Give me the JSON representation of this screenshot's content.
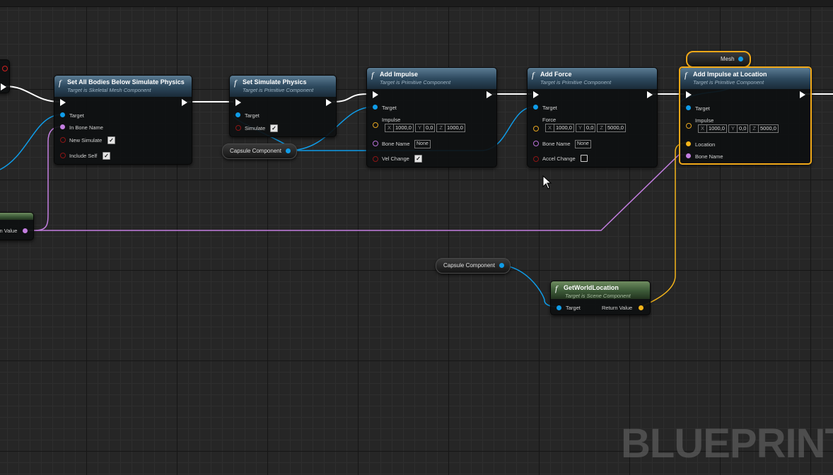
{
  "watermark": "BLUEPRINT",
  "colors": {
    "exec": "#ffffff",
    "object": "#0f9ce8",
    "name": "#c37ee0",
    "vector": "#f4b41a",
    "selection": "#f0a818"
  },
  "nodes": {
    "set_all_bodies": {
      "title": "Set All Bodies Below Simulate Physics",
      "subtitle": "Target is Skeletal Mesh Component",
      "target": "Target",
      "in_bone_name": "In Bone Name",
      "new_simulate": "New Simulate",
      "include_self": "Include Self"
    },
    "set_simulate": {
      "title": "Set Simulate Physics",
      "subtitle": "Target is Primitive Component",
      "target": "Target",
      "simulate": "Simulate"
    },
    "add_impulse": {
      "title": "Add Impulse",
      "subtitle": "Target is Primitive Component",
      "target": "Target",
      "impulse": "Impulse",
      "x_label": "X",
      "x": "1000,0",
      "y_label": "Y",
      "y": "0,0",
      "z_label": "Z",
      "z": "1000,0",
      "bone_name": "Bone Name",
      "bone_value": "None",
      "vel_change": "Vel Change"
    },
    "add_force": {
      "title": "Add Force",
      "subtitle": "Target is Primitive Component",
      "target": "Target",
      "force": "Force",
      "x_label": "X",
      "x": "1000,0",
      "y_label": "Y",
      "y": "0,0",
      "z_label": "Z",
      "z": "5000,0",
      "bone_name": "Bone Name",
      "bone_value": "None",
      "accel_change": "Accel Change"
    },
    "add_impulse_loc": {
      "title": "Add Impulse at Location",
      "subtitle": "Target is Primitive Component",
      "target": "Target",
      "impulse": "Impulse",
      "x_label": "X",
      "x": "1000,0",
      "y_label": "Y",
      "y": "0,0",
      "z_label": "Z",
      "z": "5000,0",
      "location": "Location",
      "bone_name": "Bone Name"
    },
    "get_world_location": {
      "title": "GetWorldLocation",
      "subtitle": "Target is Scene Component",
      "target": "Target",
      "return_value": "Return Value"
    },
    "return_value_partial": {
      "label": "rn Value"
    }
  },
  "variables": {
    "capsule_1": "Capsule Component",
    "capsule_2": "Capsule Component",
    "mesh": "Mesh"
  }
}
